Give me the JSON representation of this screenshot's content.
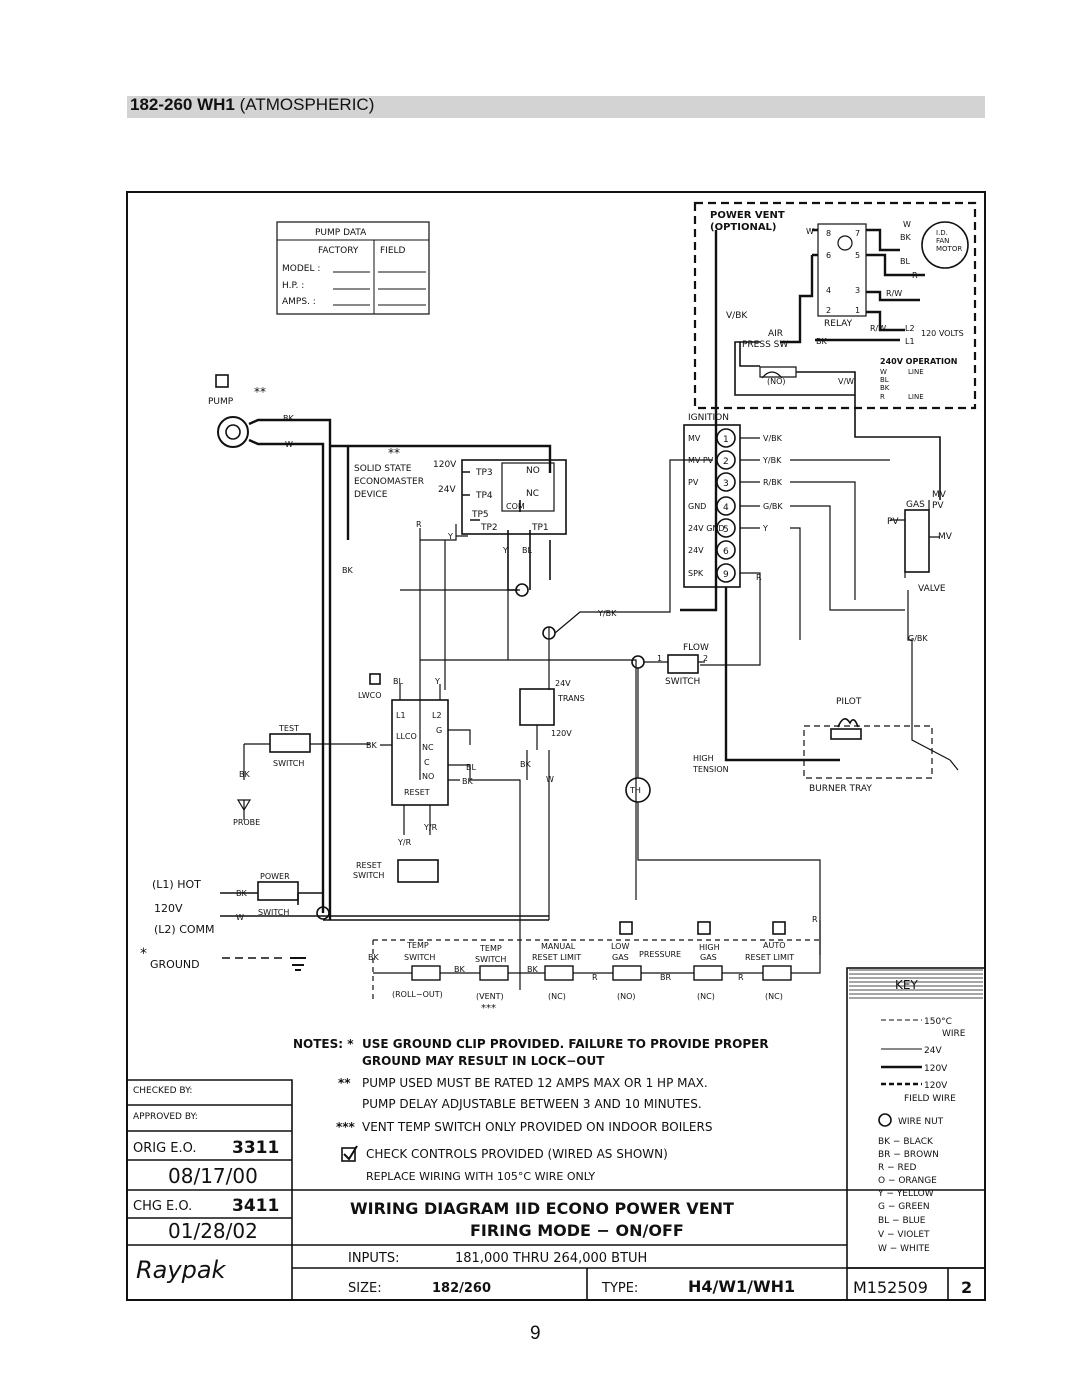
{
  "header": {
    "model": "182-260 WH1",
    "type": "(ATMOSPHERIC)"
  },
  "pump_data": {
    "title": "PUMP DATA",
    "col_factory": "FACTORY",
    "col_field": "FIELD",
    "rows": [
      "MODEL :",
      "H.P. :",
      "AMPS. :"
    ]
  },
  "power_vent": {
    "title1": "POWER VENT",
    "title2": "(OPTIONAL)",
    "relay": "RELAY",
    "fan_motor": [
      "I.D.",
      "FAN",
      "MOTOR"
    ],
    "volts": "120 VOLTS",
    "air_press": [
      "AIR",
      "PRESS SW"
    ],
    "no_label": "(NO)",
    "op240": "240V OPERATION",
    "op_lines": [
      "W",
      "BL",
      "BK",
      "R"
    ],
    "line": "LINE",
    "pins": [
      "8",
      "7",
      "6",
      "5",
      "4",
      "3",
      "2",
      "1"
    ]
  },
  "wire_labels": {
    "vbk": "V/BK",
    "vw": "V/W",
    "rw": "R/W",
    "l1": "L1",
    "l2": "L2",
    "bk": "BK",
    "w": "W",
    "bl": "BL",
    "r": "R",
    "y": "Y",
    "ybk": "Y/BK",
    "gbk": "G/BK",
    "yr": "Y/R",
    "br": "BR",
    "star3": "***"
  },
  "pump": {
    "label": "PUMP",
    "stars": "**"
  },
  "econo": {
    "stars": "**",
    "lines": [
      "SOLID STATE",
      "ECONOMASTER",
      "DEVICE"
    ],
    "v120": "120V",
    "v24": "24V",
    "tp3": "TP3",
    "tp4": "TP4",
    "tp5": "TP5",
    "tp2": "TP2",
    "tp1": "TP1",
    "no": "NO",
    "nc": "NC",
    "com": "COM"
  },
  "ignition": {
    "title": "IGNITION",
    "pins": [
      {
        "label": "MV",
        "num": "1",
        "wire": "V/BK"
      },
      {
        "label": "MV PV",
        "num": "2",
        "wire": "Y/BK"
      },
      {
        "label": "PV",
        "num": "3",
        "wire": "R/BK"
      },
      {
        "label": "GND",
        "num": "4",
        "wire": "G/BK"
      },
      {
        "label": "24V GND",
        "num": "5",
        "wire": "Y"
      },
      {
        "label": "24V",
        "num": "6",
        "wire": ""
      },
      {
        "label": "SPK",
        "num": "9",
        "wire": "R"
      }
    ]
  },
  "valve": {
    "label": "VALVE",
    "gas": "GAS",
    "pv": "PV",
    "mv": "MV"
  },
  "flow": {
    "label": "FLOW",
    "switch": "SWITCH",
    "n1": "1",
    "n2": "2"
  },
  "pilot": {
    "label": "PILOT",
    "burner_tray": "BURNER TRAY",
    "high_tension": [
      "HIGH",
      "TENSION"
    ]
  },
  "lwco": {
    "label": "LWCO",
    "l1": "L1",
    "l2": "L2",
    "llco": "LLCO",
    "g": "G",
    "nc": "NC",
    "c": "C",
    "no": "NO",
    "reset": "RESET"
  },
  "trans": {
    "v24": "24V",
    "label": "TRANS",
    "v120": "120V"
  },
  "test_switch": {
    "test": "TEST",
    "switch": "SWITCH",
    "probe": "PROBE"
  },
  "th": "TH",
  "reset_switch": [
    "RESET",
    "SWITCH"
  ],
  "power": {
    "l1": "(L1) HOT",
    "v120": "120V",
    "l2": "(L2) COMM",
    "power": "POWER",
    "switch": "SWITCH",
    "ground": "GROUND",
    "star": "*"
  },
  "limits": [
    {
      "top": "TEMP",
      "bot": "SWITCH",
      "note": "(ROLL−OUT)"
    },
    {
      "top": "TEMP",
      "bot": "SWITCH",
      "note": "(VENT)"
    },
    {
      "top": "MANUAL",
      "bot": "RESET LIMIT",
      "note": "(NC)"
    },
    {
      "top": "LOW",
      "bot": "GAS",
      "note": "(NO)"
    },
    {
      "top": "HIGH",
      "bot": "GAS",
      "note": "(NC)"
    },
    {
      "top": "AUTO",
      "bot": "RESET LIMIT",
      "note": "(NC)"
    }
  ],
  "pressure": "PRESSURE",
  "notes": {
    "title": "NOTES: *",
    "n1a": "USE GROUND CLIP PROVIDED. FAILURE TO PROVIDE PROPER",
    "n1b": "GROUND MAY RESULT IN LOCK−OUT",
    "n2mark": "**",
    "n2a": "PUMP USED MUST BE RATED 12 AMPS MAX OR 1 HP MAX.",
    "n2b": "PUMP DELAY ADJUSTABLE BETWEEN 3 AND 10 MINUTES.",
    "n3mark": "***",
    "n3": "VENT TEMP SWITCH ONLY PROVIDED ON INDOOR BOILERS",
    "n4": "CHECK CONTROLS PROVIDED (WIRED AS SHOWN)",
    "n5": "REPLACE WIRING WITH 105°C WIRE ONLY"
  },
  "key": {
    "title": "KEY",
    "wire150": "150°C",
    "wire": "WIRE",
    "v24": "24V",
    "v120": "120V",
    "field": "120V",
    "field_wire": "FIELD WIRE",
    "wire_nut": "WIRE NUT",
    "colors": [
      "BK − BLACK",
      "BR − BROWN",
      "R − RED",
      "O − ORANGE",
      "Y − YELLOW",
      "G − GREEN",
      "BL − BLUE",
      "V − VIOLET",
      "W − WHITE"
    ]
  },
  "title_block": {
    "checked": "CHECKED BY:",
    "approved": "APPROVED BY:",
    "orig_label": "ORIG E.O.",
    "orig_num": "3311",
    "orig_date": "08/17/00",
    "chg_label": "CHG E.O.",
    "chg_num": "3411",
    "chg_date": "01/28/02",
    "logo": "Raypak",
    "title1": "WIRING DIAGRAM IID ECONO POWER VENT",
    "title2": "FIRING MODE − ON/OFF",
    "inputs_label": "INPUTS:",
    "inputs": "181,000 THRU 264,000 BTUH",
    "size_label": "SIZE:",
    "size": "182/260",
    "type_label": "TYPE:",
    "type": "H4/W1/WH1",
    "drawing": "M152509",
    "rev": "2"
  },
  "page_number": "9"
}
